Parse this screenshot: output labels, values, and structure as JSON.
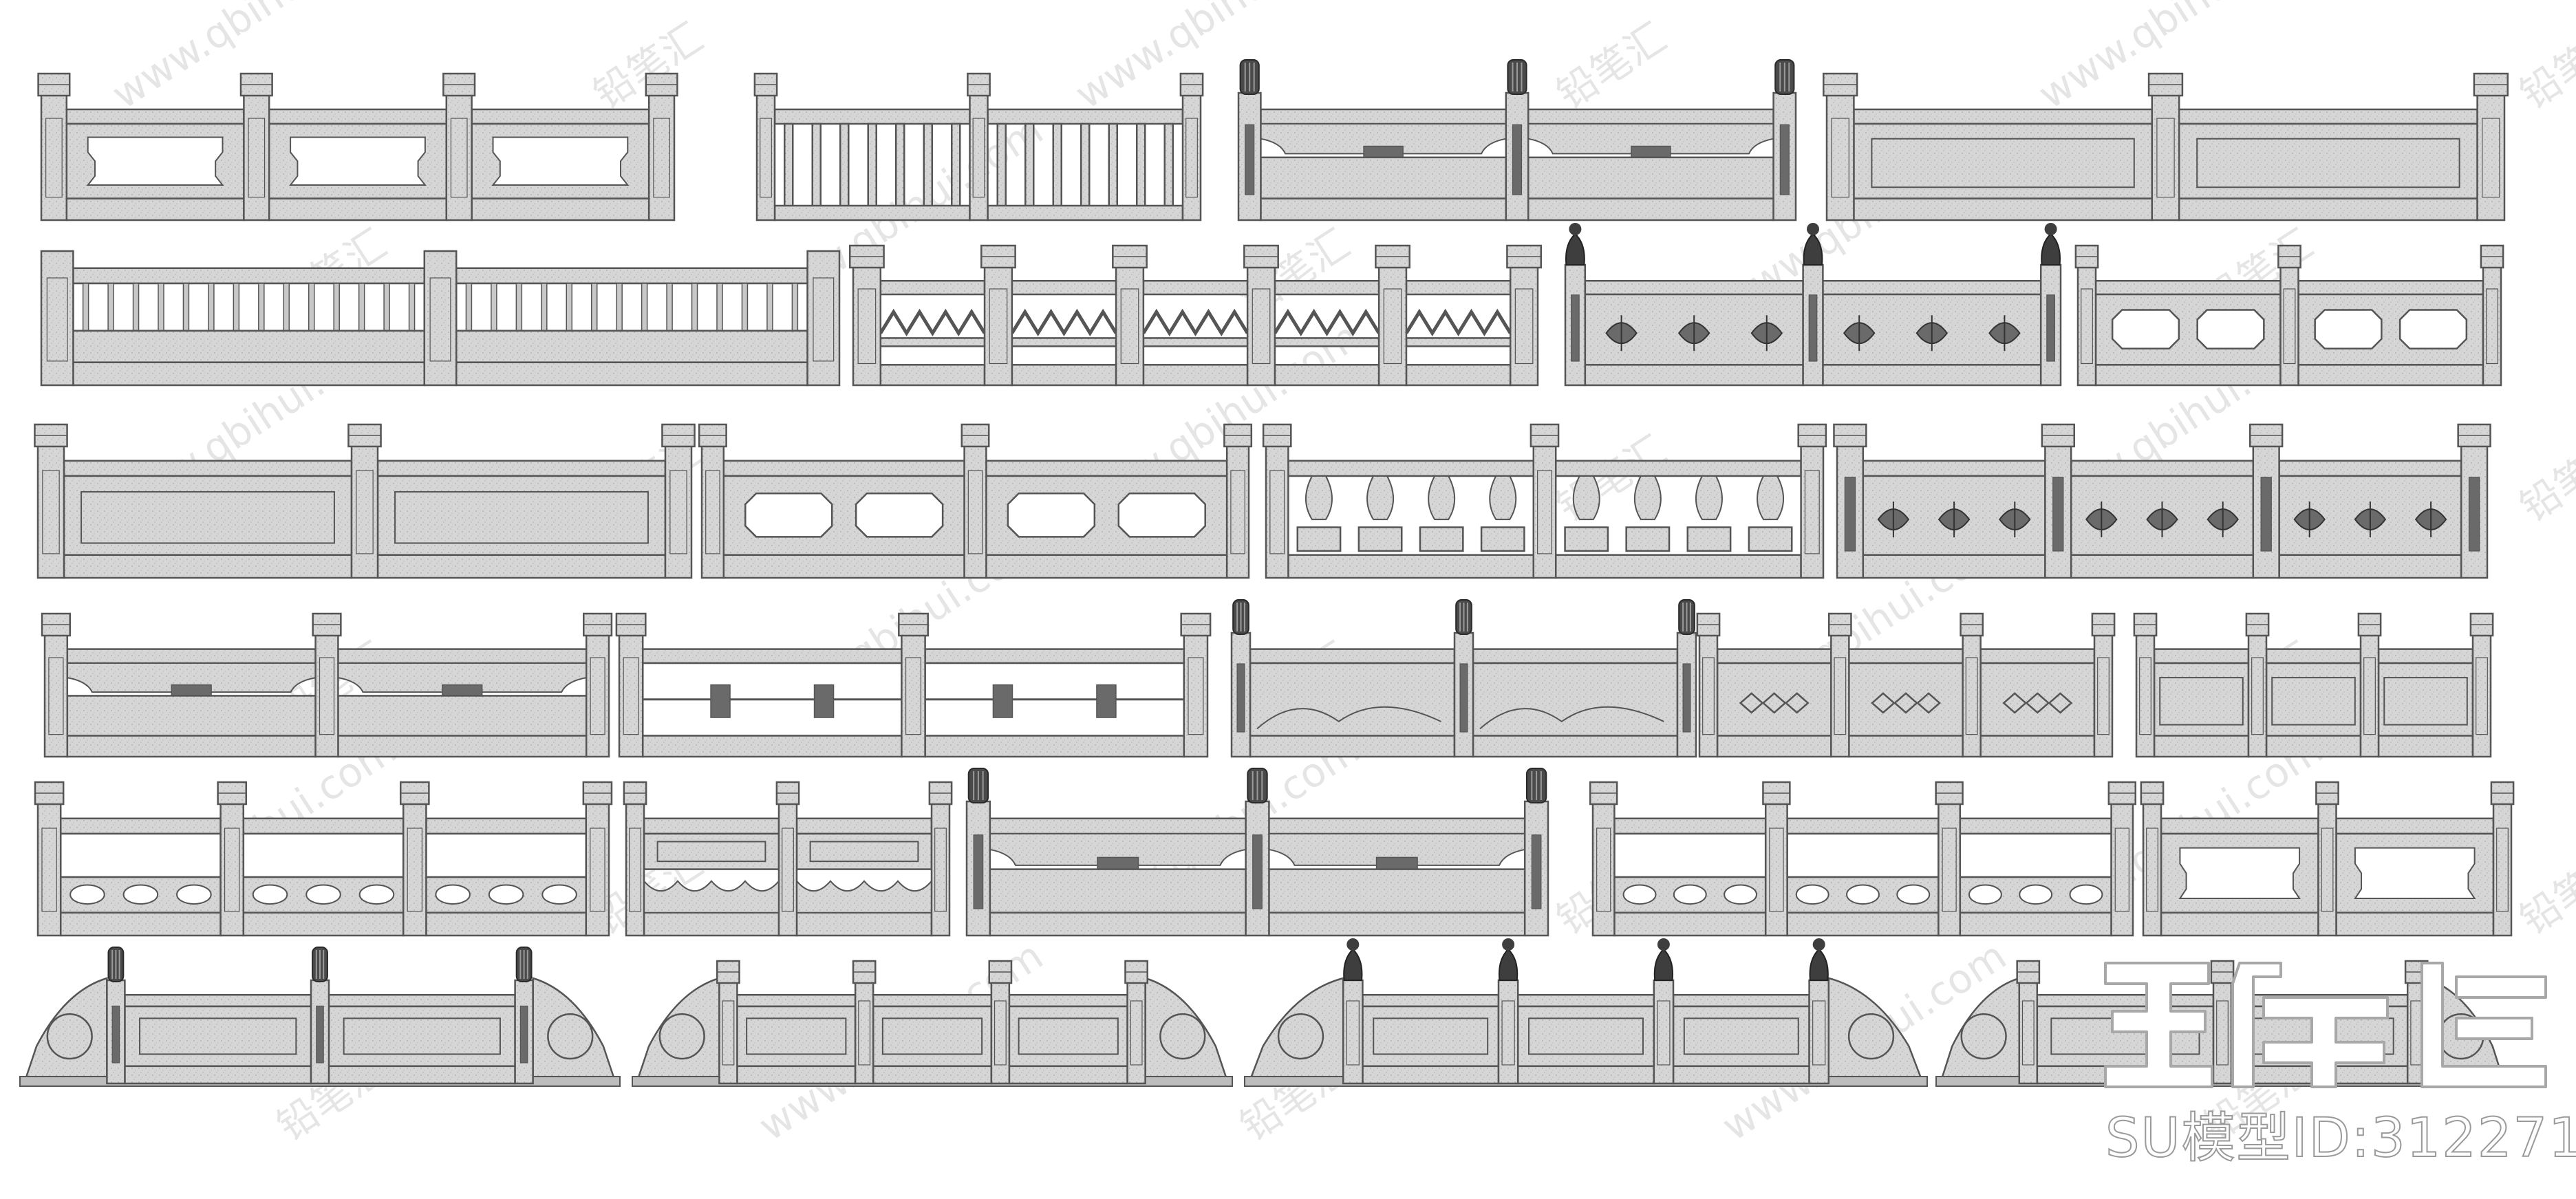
{
  "catalog": {
    "watermark_url": "www.qbihui.com",
    "watermark_cn": "铅笔汇",
    "brand_name": "铅笔汇",
    "model_id_text": "SU模型ID:312271"
  },
  "colors": {
    "stone": "#d6d6d6",
    "stone_dark": "#b9b9b9",
    "line": "#555555",
    "ornament": "#6a6a6a",
    "watermark": "#cfcfcf",
    "background": "#ffffff"
  },
  "railings": [
    {
      "row": 0,
      "style": "frame-openings",
      "posts": 4,
      "cap": "block"
    },
    {
      "row": 0,
      "style": "balusters",
      "posts": 3,
      "cap": "block"
    },
    {
      "row": 0,
      "style": "panel-cloud",
      "posts": 3,
      "cap": "lantern"
    },
    {
      "row": 0,
      "style": "large-panel",
      "posts": 3,
      "cap": "block"
    },
    {
      "row": 1,
      "style": "balusters-wall",
      "posts": 3,
      "cap": "none"
    },
    {
      "row": 1,
      "style": "zigzag",
      "posts": 6,
      "cap": "block"
    },
    {
      "row": 1,
      "style": "carved-panel",
      "posts": 3,
      "cap": "lotus"
    },
    {
      "row": 1,
      "style": "octagon",
      "posts": 3,
      "cap": "block"
    },
    {
      "row": 2,
      "style": "plain-panel",
      "posts": 3,
      "cap": "block"
    },
    {
      "row": 2,
      "style": "octagon",
      "posts": 3,
      "cap": "block"
    },
    {
      "row": 2,
      "style": "vase-balusters",
      "posts": 3,
      "cap": "block"
    },
    {
      "row": 2,
      "style": "carved-panel",
      "posts": 4,
      "cap": "block"
    },
    {
      "row": 3,
      "style": "panel-cloud",
      "posts": 3,
      "cap": "block"
    },
    {
      "row": 3,
      "style": "lattice",
      "posts": 3,
      "cap": "block"
    },
    {
      "row": 3,
      "style": "cloud-panel",
      "posts": 3,
      "cap": "lantern"
    },
    {
      "row": 3,
      "style": "diamond",
      "posts": 4,
      "cap": "block"
    },
    {
      "row": 3,
      "style": "plain-panel",
      "posts": 4,
      "cap": "block"
    },
    {
      "row": 4,
      "style": "oval-band",
      "posts": 4,
      "cap": "block"
    },
    {
      "row": 4,
      "style": "scallop",
      "posts": 3,
      "cap": "block"
    },
    {
      "row": 4,
      "style": "panel-cloud",
      "posts": 3,
      "cap": "lantern"
    },
    {
      "row": 4,
      "style": "oval-band",
      "posts": 4,
      "cap": "block"
    },
    {
      "row": 4,
      "style": "frame-openings",
      "posts": 3,
      "cap": "block"
    },
    {
      "row": 5,
      "style": "scroll-ends",
      "posts": 3,
      "cap": "lantern"
    },
    {
      "row": 5,
      "style": "scroll-ends",
      "posts": 4,
      "cap": "block"
    },
    {
      "row": 5,
      "style": "scroll-ends",
      "posts": 4,
      "cap": "lotus"
    },
    {
      "row": 5,
      "style": "scroll-ends",
      "posts": 3,
      "cap": "block"
    }
  ]
}
